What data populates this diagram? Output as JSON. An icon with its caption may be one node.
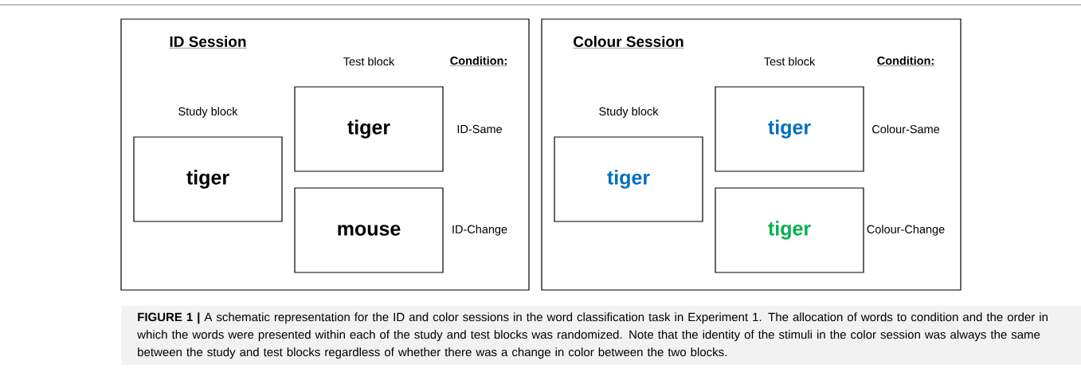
{
  "diagram": {
    "caption": "**FIGURE 1 |** A schematic representation for the ID and color sessions in the word classification task in Experiment 1. The allocation of words to condition and the order in which the words were presented within each of the study and test blocks was randomized. Note that the identity of the stimuli in the color session was always the same between the study and test blocks regardless of whether there was a change in color between the two blocks.",
    "nodes": [
      {
        "text": [
          "ID Session"
        ]
      },
      {
        "text": [
          "tiger"
        ],
        "in": 0,
        "beside": [
          "Study block"
        ]
      },
      {
        "text": [
          "tiger"
        ],
        "in": 0,
        "beside": [
          "ID-Same"
        ]
      },
      {
        "text": [
          "mouse"
        ],
        "in": 0,
        "beside": [
          "ID-Change"
        ]
      },
      {
        "text": [
          "Colour Session"
        ]
      },
      {
        "text": [
          "tiger"
        ],
        "in": 4,
        "beside": [
          "Study block"
        ]
      },
      {
        "text": [
          "tiger"
        ],
        "in": 4,
        "beside": [
          "Colour-Same"
        ]
      },
      {
        "text": [
          "tiger"
        ],
        "in": 4,
        "beside": [
          "Colour-Change"
        ]
      }
    ],
    "edges": [],
    "labels": [
      "Test block",
      "Condition:",
      "Test block",
      "Condition:"
    ]
  }
}
